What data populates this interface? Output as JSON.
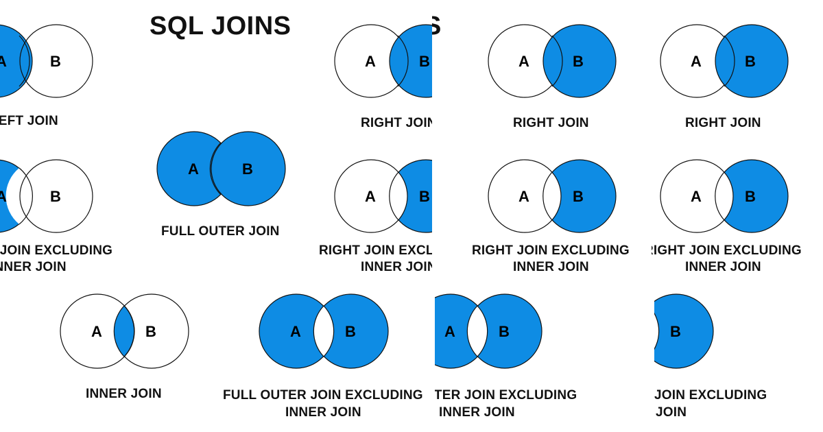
{
  "title": "SQL JOINS",
  "title_fragment": "S",
  "colors": {
    "fill": "#0e8ce4",
    "stroke": "#111111",
    "background": "#ffffff"
  },
  "set_labels": {
    "a": "A",
    "b": "B"
  },
  "labels": {
    "left_join": "LEFT JOIN",
    "full_outer_join": "FULL OUTER JOIN",
    "left_excl_line1": "LEFT JOIN EXCLUDING",
    "left_excl_line2": "INNER JOIN",
    "right_join": "RIGHT JOIN",
    "right_excl_line1": "RIGHT JOIN EXCLUDING",
    "right_excl_line2": "INNER JOIN",
    "inner_join": "INNER JOIN",
    "full_excl_line1": "FULL OUTER JOIN EXCLUDING",
    "full_excl_line2": "INNER JOIN",
    "outer_excl_line1": "OUTER JOIN EXCLUDING",
    "outer_excl_line2": "INNER JOIN",
    "join_excl_line1": "JOIN EXCLUDING",
    "join_excl_line2": "JOIN"
  }
}
